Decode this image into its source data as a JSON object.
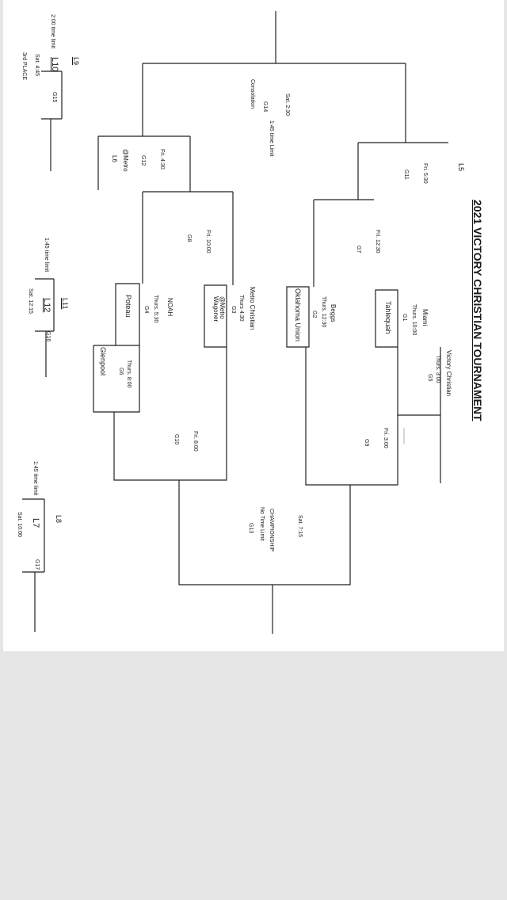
{
  "title": "2021 VICTORY CHRISTIAN TOURNAMENT",
  "teams": {
    "victory_christian": "Victory Christian",
    "miami": "Miami",
    "tahlequah": "Tahlequah",
    "beggs": "Beggs",
    "oklahoma_union": "Oklahoma Union",
    "metro_christian": "Metro Christian",
    "wagoner": "@Metro Wagoner",
    "noah": "NOAH",
    "poteau": "Poteau",
    "glenpool": "Glenpool"
  },
  "games": {
    "g5": {
      "time": "Thurs. 3:00",
      "id": "G5"
    },
    "g1": {
      "time": "Thurs. 10:00",
      "id": "G1"
    },
    "g2": {
      "time": "Thurs. 12:30",
      "id": "G2"
    },
    "g3": {
      "time": "Thurs 4:30",
      "id": "G3"
    },
    "g4": {
      "time": "Thurs. 5:30",
      "id": "G4"
    },
    "g6": {
      "time": "Thurs. 8:00",
      "id": "G6"
    },
    "g9": {
      "time": "Fri. 3:00",
      "id": "G9"
    },
    "g7": {
      "time": "Fri. 12:30",
      "id": "G7"
    },
    "g11": {
      "time": "Fri. 5:30",
      "id": "G11"
    },
    "g8": {
      "time": "Fri. 10:00",
      "id": "G8"
    },
    "g12": {
      "time": "Fri. 4:30",
      "id": "G12",
      "venue": "@Metro"
    },
    "g10": {
      "time": "Fri. 8:00",
      "id": "G10"
    },
    "g13": {
      "time": "Sat. 7:15",
      "label": "CHAMPIONSHIP",
      "limit": "No Time Limit",
      "id": "G13"
    },
    "g14": {
      "time": "Sat. 2:30",
      "label": "Consolation",
      "limit": "1:45 time Limit",
      "id": "G14"
    },
    "g15": {
      "id": "G15",
      "time": "Sat. 4:45",
      "label": "3rd PLACE",
      "limit": "2:00 time limit"
    },
    "g16": {
      "id": "G16",
      "time": "Sat. 12:15",
      "limit": "1:45 time limit"
    },
    "g17": {
      "id": "G17",
      "time": "Sat. 10:00",
      "limit": "1:45 time limit"
    }
  },
  "losers": {
    "l5": "L5",
    "l6": "L6",
    "l7": "L7",
    "l8": "L8",
    "l9": "L9",
    "l10": "L10",
    "l11": "L11",
    "l12": "L12"
  }
}
